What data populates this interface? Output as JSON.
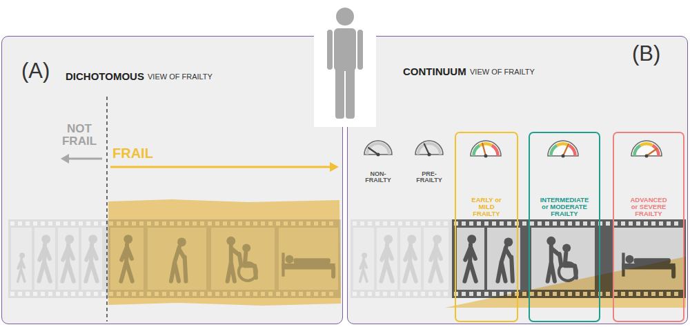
{
  "diagram": {
    "nodes": [
      {
        "text": [
          "(A)",
          "DICHOTOMOUS",
          "VIEW OF FRAILTY"
        ]
      },
      {
        "text": [
          "CONTINUUM",
          "VIEW OF FRAILTY",
          "(B)"
        ]
      },
      {
        "text": [
          "EARLY or MILD FRAILTY"
        ],
        "in": 1
      },
      {
        "text": [
          "INTERMEDIATE or MODERATE FRAILTY"
        ],
        "in": 1
      },
      {
        "text": [
          "ADVANCED or SEVERE FRAILTY"
        ],
        "in": 1
      }
    ],
    "labels": [
      "NOT FRAIL",
      "FRAIL",
      "NON-FRAILTY",
      "PRE-FRAILTY"
    ]
  }
}
